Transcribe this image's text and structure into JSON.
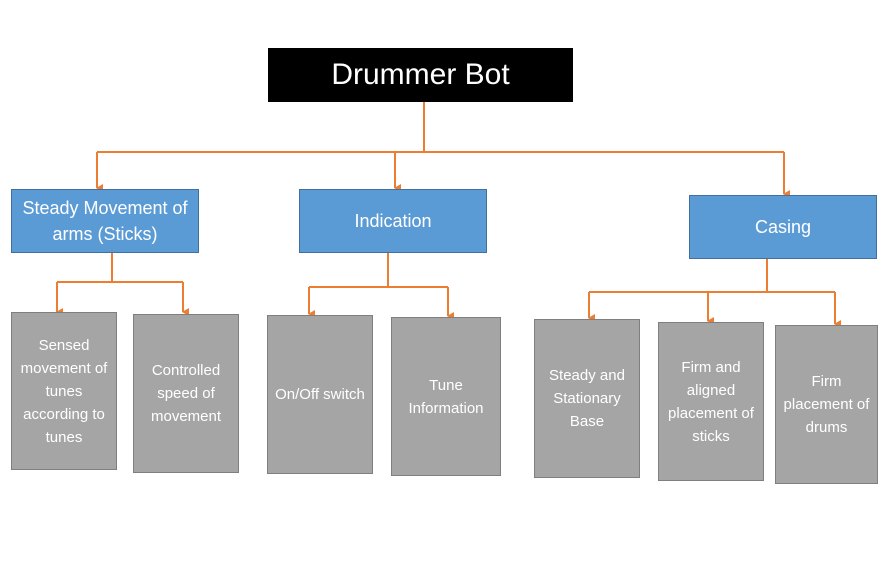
{
  "title": "Drummer Bot",
  "categories": [
    {
      "label": "Steady Movement of arms (Sticks)",
      "children": [
        "Sensed movement of tunes according to tunes",
        "Controlled speed of movement"
      ]
    },
    {
      "label": "Indication",
      "children": [
        "On/Off switch",
        "Tune Information"
      ]
    },
    {
      "label": "Casing",
      "children": [
        "Steady and Stationary Base",
        "Firm and aligned placement of sticks",
        "Firm placement of drums"
      ]
    }
  ],
  "colors": {
    "root_fill": "#000000",
    "category_fill": "#5b9bd5",
    "leaf_fill": "#a5a5a5",
    "connector": "#ed7d31",
    "text": "#ffffff"
  }
}
